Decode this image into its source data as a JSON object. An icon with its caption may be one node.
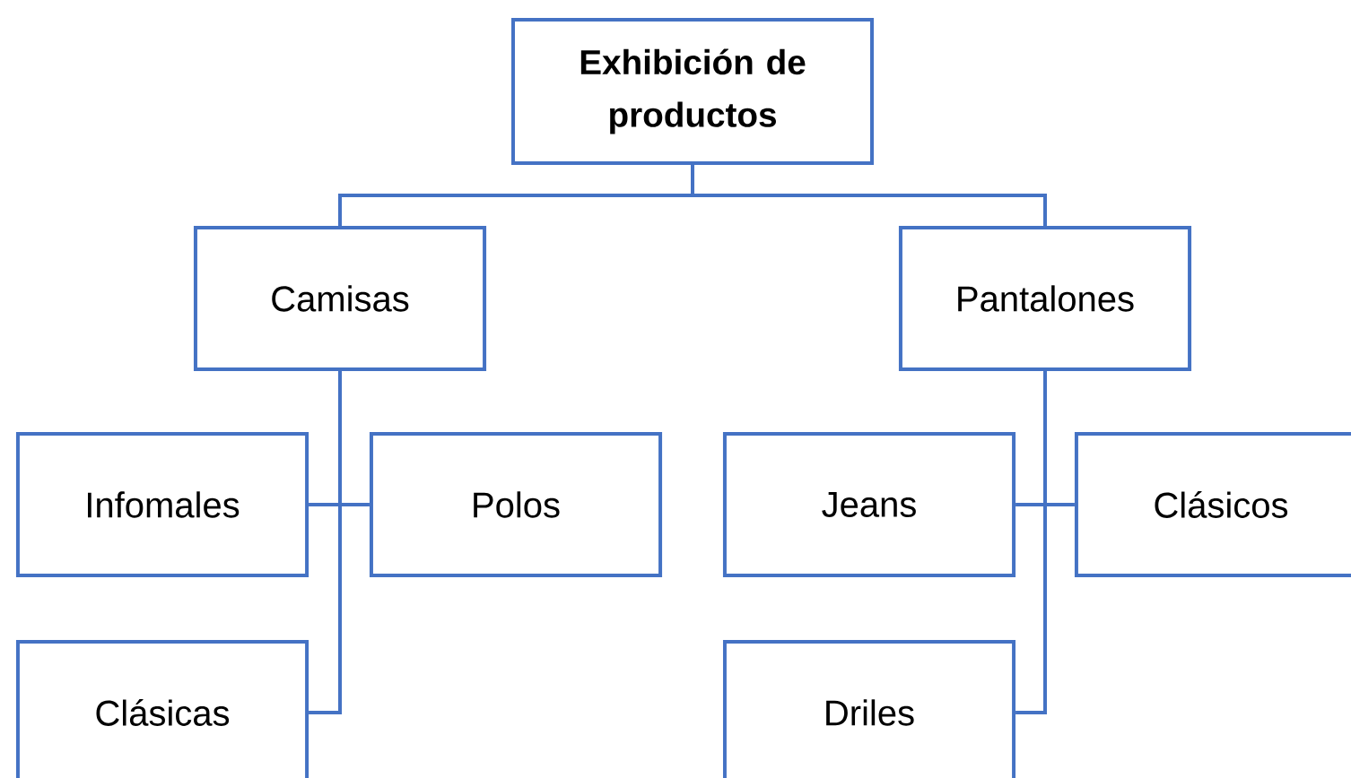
{
  "diagram": {
    "nodes": [
      {
        "text": [
          "Exhibición de productos"
        ]
      },
      {
        "text": [
          "Camisas"
        ]
      },
      {
        "text": [
          "Pantalones"
        ]
      },
      {
        "text": [
          "Infomales"
        ]
      },
      {
        "text": [
          "Polos"
        ]
      },
      {
        "text": [
          "Jeans"
        ]
      },
      {
        "text": [
          "Clásicos"
        ]
      },
      {
        "text": [
          "Clásicas"
        ]
      },
      {
        "text": [
          "Driles"
        ]
      }
    ],
    "edges": [
      {
        "from": 0,
        "to": 1,
        "arrow": "none"
      },
      {
        "from": 0,
        "to": 2,
        "arrow": "none"
      },
      {
        "from": 1,
        "to": 3,
        "arrow": "none"
      },
      {
        "from": 1,
        "to": 4,
        "arrow": "none"
      },
      {
        "from": 1,
        "to": 7,
        "arrow": "none"
      },
      {
        "from": 2,
        "to": 5,
        "arrow": "none"
      },
      {
        "from": 2,
        "to": 6,
        "arrow": "none"
      },
      {
        "from": 2,
        "to": 8,
        "arrow": "none"
      }
    ]
  }
}
